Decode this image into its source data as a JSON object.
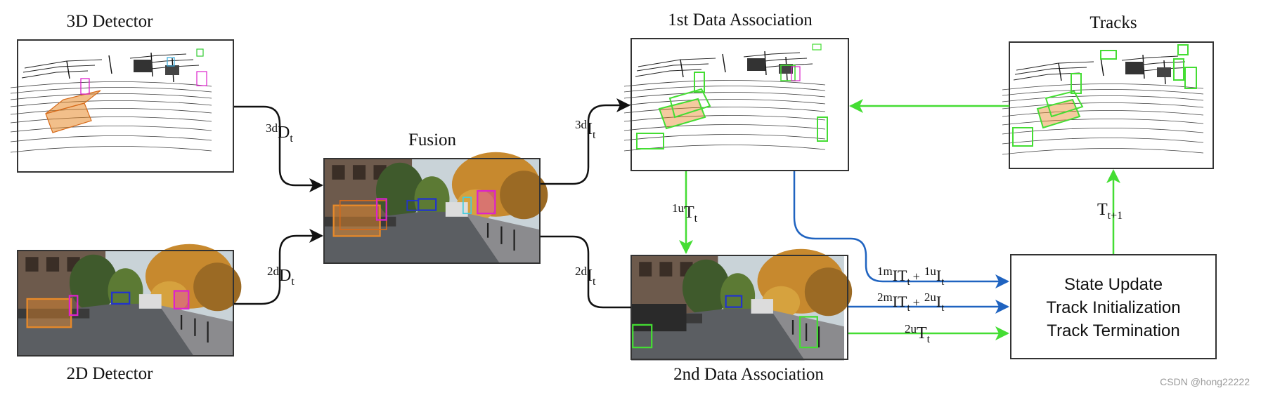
{
  "titles": {
    "detector3d": "3D Detector",
    "detector2d": "2D Detector",
    "fusion": "Fusion",
    "assoc1": "1st Data Association",
    "assoc2": "2nd Data Association",
    "tracks": "Tracks"
  },
  "labels": {
    "d3_base": "3d",
    "d3_main": "D",
    "d3_sub": "t",
    "d2_base": "2d",
    "d2_main": "D",
    "d2_sub": "t",
    "i3_base": "3d",
    "i3_main": "I",
    "i3_sub": "t",
    "i2_base": "2d",
    "i2_main": "I",
    "i2_sub": "t",
    "u1t_base": "1u",
    "u1t_main": "T",
    "u1t_sub": "t",
    "tplus_main": "T",
    "tplus_sub": "t+1",
    "m1_sup": "1m",
    "m1_main": "IT",
    "m1_sub": "t",
    "m1_plus": "+",
    "m1_sup2": "1u",
    "m1_main2": "I",
    "m1_sub2": "t",
    "m2_sup": "2m",
    "m2_main": "IT",
    "m2_sub": "t",
    "m2_plus": "+",
    "m2_sup2": "2u",
    "m2_main2": "I",
    "m2_sub2": "t",
    "u2t_base": "2u",
    "u2t_main": "T",
    "u2t_sub": "t"
  },
  "state_box": {
    "line1": "State Update",
    "line2": "Track Initialization",
    "line3": "Track Termination"
  },
  "watermark": "CSDN @hong22222",
  "colors": {
    "black_arrow": "#111111",
    "green_arrow": "#44dd33",
    "blue_arrow": "#1f63c0",
    "car_orange": "#e88a2a",
    "box_blue": "#2233cc",
    "box_magenta": "#dd22cc",
    "box_green": "#33cc33"
  }
}
